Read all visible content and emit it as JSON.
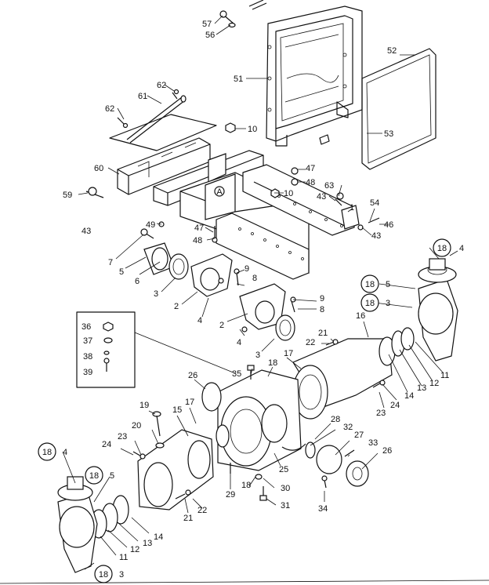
{
  "diagram": {
    "callouts": [
      {
        "id": "c57",
        "text": "57"
      },
      {
        "id": "c56",
        "text": "56"
      },
      {
        "id": "c51",
        "text": "51"
      },
      {
        "id": "c52",
        "text": "52"
      },
      {
        "id": "c53",
        "text": "53"
      },
      {
        "id": "c62a",
        "text": "62"
      },
      {
        "id": "c62b",
        "text": "62"
      },
      {
        "id": "c61",
        "text": "61"
      },
      {
        "id": "c10a",
        "text": "10"
      },
      {
        "id": "c60",
        "text": "60"
      },
      {
        "id": "c59",
        "text": "59"
      },
      {
        "id": "c43a",
        "text": "43"
      },
      {
        "id": "c47a",
        "text": "47"
      },
      {
        "id": "c48a",
        "text": "48"
      },
      {
        "id": "c10b",
        "text": "10"
      },
      {
        "id": "c63",
        "text": "63"
      },
      {
        "id": "c43b",
        "text": "43"
      },
      {
        "id": "c1",
        "text": "1"
      },
      {
        "id": "c54",
        "text": "54"
      },
      {
        "id": "c46",
        "text": "46"
      },
      {
        "id": "c43c",
        "text": "43"
      },
      {
        "id": "c49",
        "text": "49"
      },
      {
        "id": "c47b",
        "text": "47"
      },
      {
        "id": "c48b",
        "text": "48"
      },
      {
        "id": "c7",
        "text": "7"
      },
      {
        "id": "c5a",
        "text": "5"
      },
      {
        "id": "c6",
        "text": "6"
      },
      {
        "id": "c3a",
        "text": "3"
      },
      {
        "id": "c2a",
        "text": "2"
      },
      {
        "id": "c4a",
        "text": "4"
      },
      {
        "id": "c9a",
        "text": "9"
      },
      {
        "id": "c8a",
        "text": "8"
      },
      {
        "id": "c9b",
        "text": "9"
      },
      {
        "id": "c8b",
        "text": "8"
      },
      {
        "id": "c2b",
        "text": "2"
      },
      {
        "id": "c4b",
        "text": "4"
      },
      {
        "id": "c3b",
        "text": "3"
      },
      {
        "id": "c4c",
        "text": "4"
      },
      {
        "id": "c5b",
        "text": "5"
      },
      {
        "id": "c3c",
        "text": "3"
      },
      {
        "id": "c36",
        "text": "36"
      },
      {
        "id": "c37",
        "text": "37"
      },
      {
        "id": "c38",
        "text": "38"
      },
      {
        "id": "c39",
        "text": "39"
      },
      {
        "id": "c35",
        "text": "35"
      },
      {
        "id": "c16",
        "text": "16"
      },
      {
        "id": "c21a",
        "text": "21"
      },
      {
        "id": "c22a",
        "text": "22"
      },
      {
        "id": "c17a",
        "text": "17"
      },
      {
        "id": "c18a",
        "text": "18"
      },
      {
        "id": "c26a",
        "text": "26"
      },
      {
        "id": "c11a",
        "text": "11"
      },
      {
        "id": "c12a",
        "text": "12"
      },
      {
        "id": "c13a",
        "text": "13"
      },
      {
        "id": "c14a",
        "text": "14"
      },
      {
        "id": "c24a",
        "text": "24"
      },
      {
        "id": "c23a",
        "text": "23"
      },
      {
        "id": "c19",
        "text": "19"
      },
      {
        "id": "c20",
        "text": "20"
      },
      {
        "id": "c17b",
        "text": "17"
      },
      {
        "id": "c15",
        "text": "15"
      },
      {
        "id": "c28",
        "text": "28"
      },
      {
        "id": "c32",
        "text": "32"
      },
      {
        "id": "c27",
        "text": "27"
      },
      {
        "id": "c33",
        "text": "33"
      },
      {
        "id": "c26b",
        "text": "26"
      },
      {
        "id": "c23b",
        "text": "23"
      },
      {
        "id": "c24b",
        "text": "24"
      },
      {
        "id": "c4d",
        "text": "4"
      },
      {
        "id": "c5c",
        "text": "5"
      },
      {
        "id": "c25",
        "text": "25"
      },
      {
        "id": "c29",
        "text": "29"
      },
      {
        "id": "c18b",
        "text": "18"
      },
      {
        "id": "c30",
        "text": "30"
      },
      {
        "id": "c31",
        "text": "31"
      },
      {
        "id": "c34",
        "text": "34"
      },
      {
        "id": "c21b",
        "text": "21"
      },
      {
        "id": "c22b",
        "text": "22"
      },
      {
        "id": "c14b",
        "text": "14"
      },
      {
        "id": "c13b",
        "text": "13"
      },
      {
        "id": "c12b",
        "text": "12"
      },
      {
        "id": "c11b",
        "text": "11"
      },
      {
        "id": "c3d",
        "text": "3"
      }
    ],
    "circled_refs": [
      {
        "id": "r1",
        "text": "18"
      },
      {
        "id": "r2",
        "text": "18"
      },
      {
        "id": "r3",
        "text": "18"
      },
      {
        "id": "r4",
        "text": "18"
      },
      {
        "id": "r5",
        "text": "18"
      },
      {
        "id": "r6",
        "text": "18"
      }
    ],
    "marker": {
      "text": "A"
    }
  }
}
